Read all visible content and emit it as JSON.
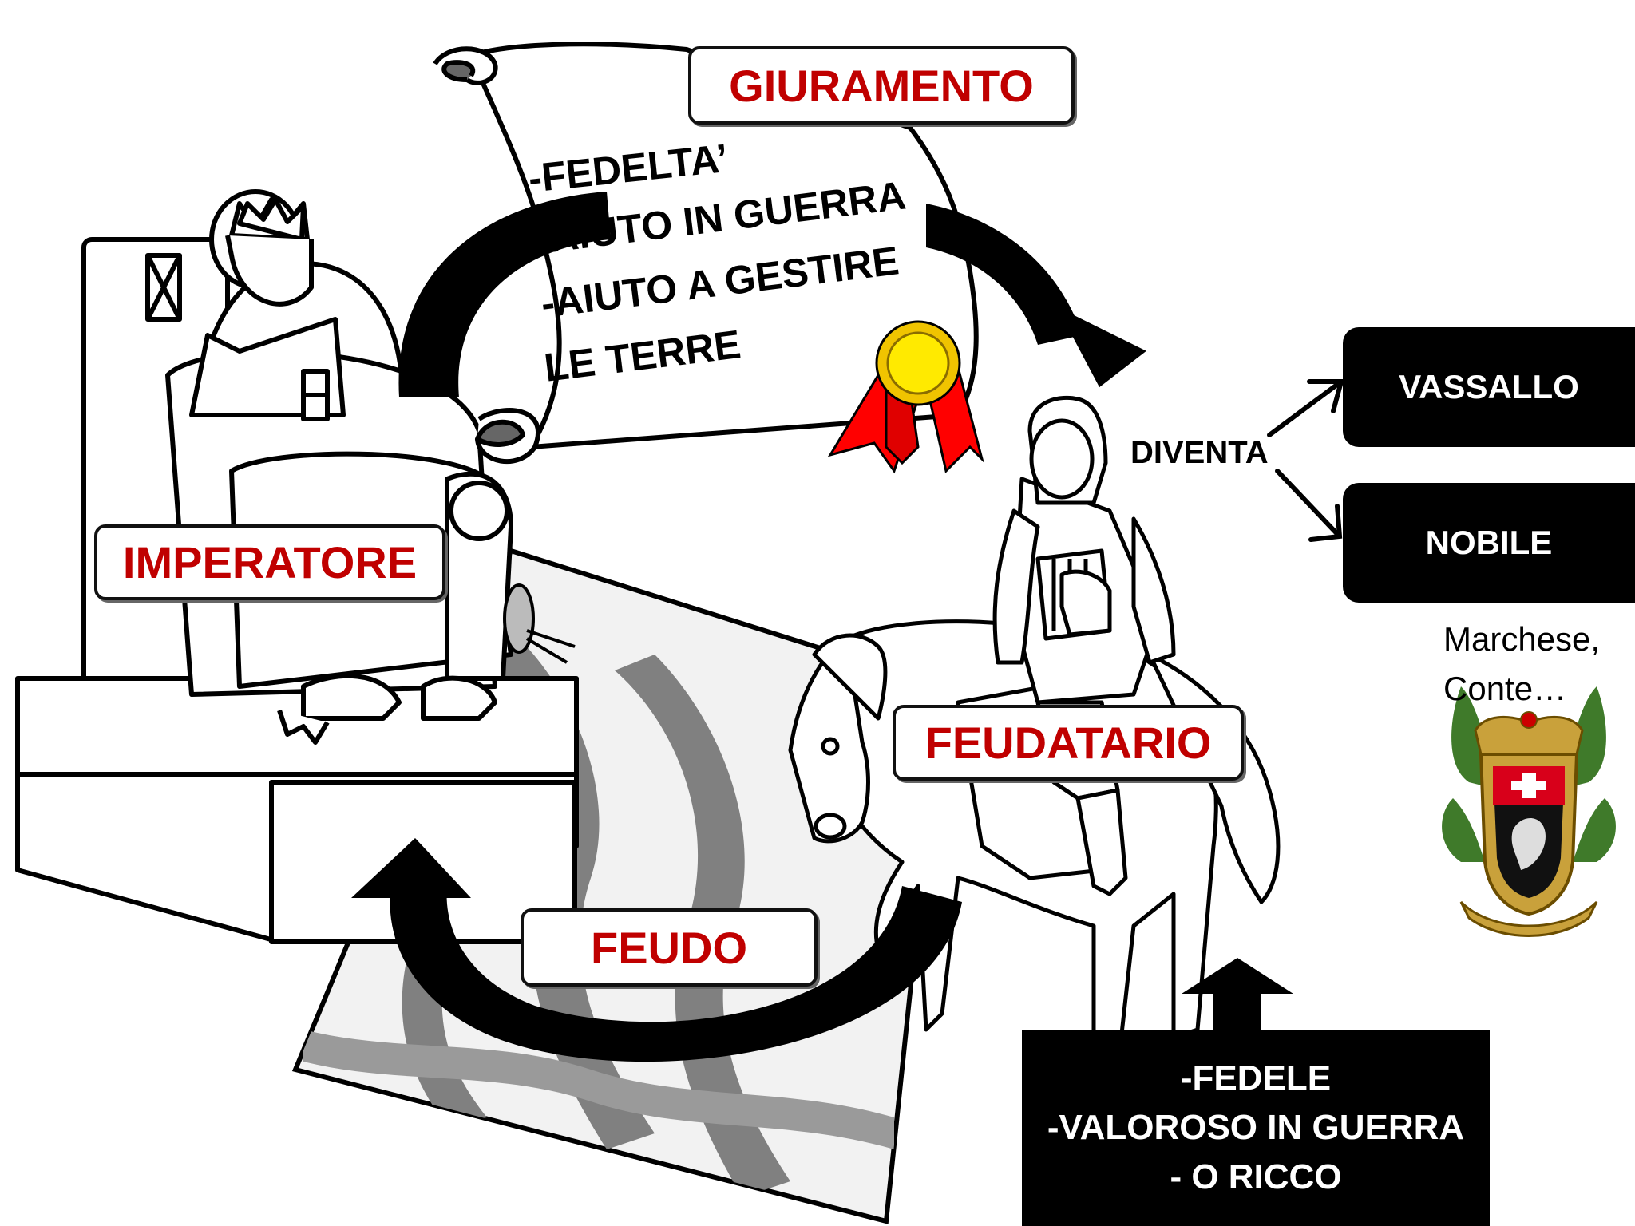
{
  "labels": {
    "giuramento": "GIURAMENTO",
    "imperatore": "IMPERATORE",
    "feudatario": "FEUDATARIO",
    "feudo": "FEUDO",
    "diventa": "DIVENTA",
    "vassallo": "VASSALLO",
    "nobile": "NOBILE",
    "titles": [
      "Marchese,",
      "Conte…"
    ]
  },
  "oath_items": [
    "-FEDELTA’",
    "-AIUTO IN GUERRA",
    "-AIUTO A GESTIRE",
    "LE TERRE"
  ],
  "requirements": [
    "-FEDELE",
    "-VALOROSO IN GUERRA",
    "- O RICCO"
  ],
  "colors": {
    "label_text": "#c00000",
    "box_dark": "#000000",
    "ribbon": "#ff0000",
    "seal": "#ffd700",
    "crest_gold": "#c9a13b",
    "crest_green": "#3f7a2a"
  },
  "icons": [
    "emperor-throne-illustration",
    "knight-on-horse-illustration",
    "field-map-illustration",
    "scroll-icon",
    "seal-ribbon-icon",
    "coat-of-arms-icon"
  ]
}
